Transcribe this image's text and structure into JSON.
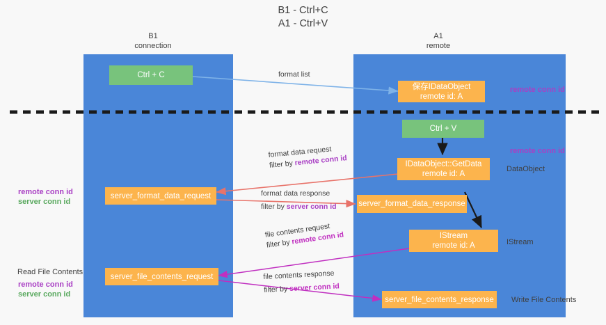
{
  "title": {
    "line1": "B1 - Ctrl+C",
    "line2": "A1 - Ctrl+V"
  },
  "lanes": [
    {
      "id": "b1",
      "name": "B1",
      "sub": "connection",
      "color": "#4a86d8"
    },
    {
      "id": "a1",
      "name": "A1",
      "sub": "remote",
      "color": "#4a86d8"
    }
  ],
  "colors": {
    "lane": "#4a86d8",
    "green_box": "#78c37c",
    "orange_box": "#fcb44d",
    "purple_text": "#a93fc4",
    "green_text": "#5aa95f",
    "magenta_text": "#c02fc0",
    "blue_arrow": "#7fb3e8",
    "red_arrow": "#e8736a",
    "magenta_arrow": "#c02fc0",
    "black_arrow": "#1a1a1a",
    "divider": "#1a1a1a"
  },
  "nodes": {
    "ctrl_c": {
      "label_line1": "Ctrl + C",
      "label_line2": ""
    },
    "save_idataobject": {
      "label_line1": "保存IDataObject",
      "label_line2": "remote id: A"
    },
    "ctrl_v": {
      "label_line1": "Ctrl + V",
      "label_line2": ""
    },
    "getdata": {
      "label_line1": "IDataObject::GetData",
      "label_line2": "remote id: A"
    },
    "server_format_data_request": {
      "label_line1": "server_format_data_request",
      "label_line2": ""
    },
    "server_format_data_response": {
      "label_line1": "server_format_data_response",
      "label_line2": ""
    },
    "istream": {
      "label_line1": "IStream",
      "label_line2": "remote id: A"
    },
    "server_file_contents_request": {
      "label_line1": "server_file_contents_request",
      "label_line2": ""
    },
    "server_file_contents_response": {
      "label_line1": "server_file_contents_response",
      "label_line2": ""
    }
  },
  "edge_labels": {
    "format_list": "format list",
    "format_data_request": "format data request",
    "format_data_request_filter_prefix": "filter by ",
    "format_data_request_filter_key": "remote conn id",
    "format_data_response": "format data response",
    "format_data_response_filter_prefix": "filter by ",
    "format_data_response_filter_key": "server conn id",
    "file_contents_request": "file contents request",
    "file_contents_request_filter_prefix": "filter by ",
    "file_contents_request_filter_key": "remote conn id",
    "file_contents_response": "file contents response",
    "file_contents_response_filter_prefix": "filter by ",
    "file_contents_response_filter_key": "server conn id"
  },
  "annotations": {
    "right_remote_conn_id_top": "remote conn id",
    "right_remote_conn_id_mid": "remote conn id",
    "right_dataobject": "DataObject",
    "right_istream": "IStream",
    "right_write_file_contents": "Write File Contents",
    "left_remote_conn_id_mid": "remote conn id",
    "left_server_conn_id_mid": "server conn id",
    "left_read_file_contents": "Read File Contents",
    "left_remote_conn_id_bottom": "remote conn id",
    "left_server_conn_id_bottom": "server conn id"
  }
}
